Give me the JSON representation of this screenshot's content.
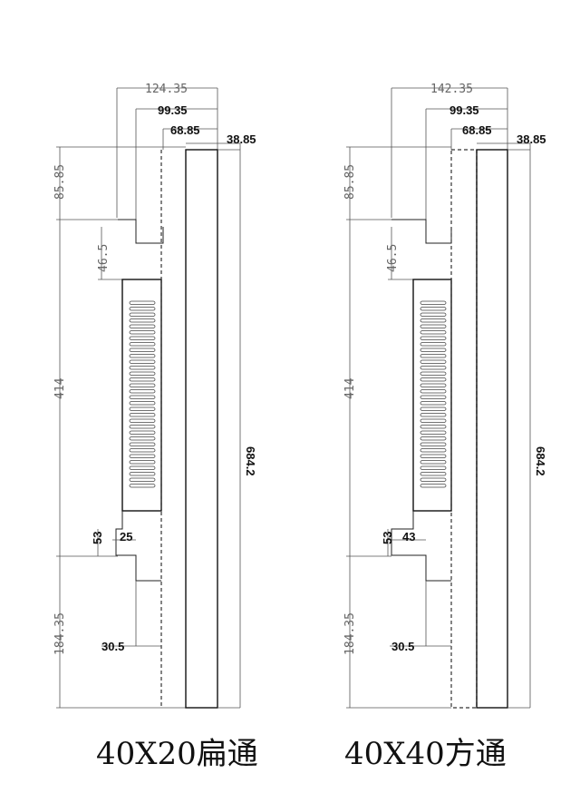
{
  "diagrams": [
    {
      "caption": "40X20扁通",
      "dims": {
        "top_width": "124.35",
        "w2": "99.35",
        "w3": "68.85",
        "w4": "38.85",
        "h_top": "85.85",
        "h_46": "46.5",
        "h_414": "414",
        "h_53": "53",
        "w_25": "25",
        "h_bottom": "184.35",
        "w_30": "30.5",
        "height_total": "684.2"
      }
    },
    {
      "caption": "40X40方通",
      "dims": {
        "top_width": "142.35",
        "w2": "99.35",
        "w3": "68.85",
        "w4": "38.85",
        "h_top": "85.85",
        "h_46": "46.5",
        "h_414": "414",
        "h_53": "53",
        "w_25": "43",
        "h_bottom": "184.35",
        "w_30": "30.5",
        "height_total": "684.2"
      }
    }
  ]
}
